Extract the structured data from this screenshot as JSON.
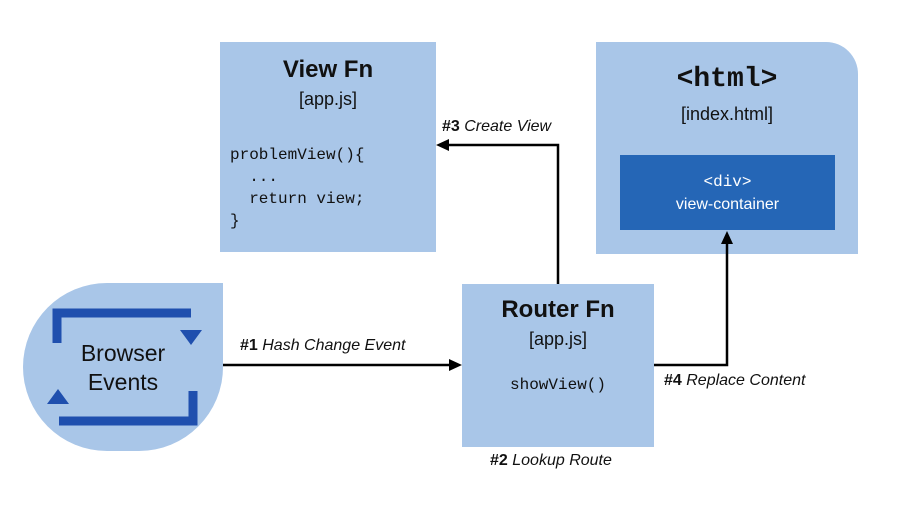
{
  "view_fn": {
    "title": "View Fn",
    "file": "[app.js]",
    "code": [
      "problemView(){",
      "  ...",
      "  return view;",
      "}"
    ]
  },
  "router_fn": {
    "title": "Router Fn",
    "file": "[app.js]",
    "code": "showView()"
  },
  "html_doc": {
    "title": "<html>",
    "file": "[index.html]",
    "container_tag": "<div>",
    "container_name": "view-container"
  },
  "browser_events": {
    "label_line1": "Browser",
    "label_line2": "Events",
    "icon": "refresh-cycle-icon"
  },
  "edges": {
    "e1": {
      "number": "#1",
      "text": "Hash Change Event"
    },
    "e2": {
      "number": "#2",
      "text": "Lookup Route"
    },
    "e3": {
      "number": "#3",
      "text": "Create View"
    },
    "e4": {
      "number": "#4",
      "text": "Replace Content"
    }
  },
  "colors": {
    "box_fill": "#a9c6e8",
    "container_fill": "#2566b6",
    "icon_blue": "#1f4fae",
    "arrow": "#000000"
  }
}
